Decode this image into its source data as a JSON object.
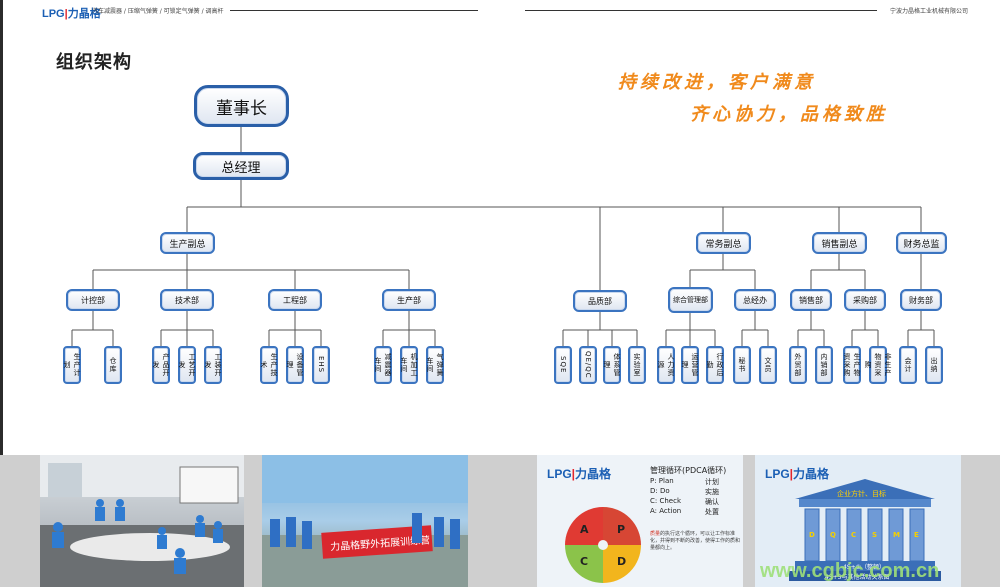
{
  "header": {
    "brand_lpg": "LPG",
    "brand_cn": "力晶格",
    "taglines": "汽车减震器 / 压缩气弹簧 / 可锁定气弹簧 / 调高杆",
    "company": "宁波力晶格工业机械有限公司"
  },
  "section_title": "组织架构",
  "slogans": [
    "持续改进，客户满意",
    "齐心协力，品格致胜"
  ],
  "org": {
    "chairman": "董事长",
    "general_manager": "总经理",
    "level2": [
      "生产副总",
      "常务副总",
      "销售副总",
      "财务总监"
    ],
    "level3": [
      "计控部",
      "技术部",
      "工程部",
      "生产部",
      "品质部",
      "综合管理部",
      "总经办",
      "销售部",
      "采购部",
      "财务部"
    ],
    "level4": [
      "生产计划",
      "仓库",
      "产品开发",
      "工艺开发",
      "工装开发",
      "生产技术",
      "设备管理",
      "EHS",
      "减震器车间",
      "机加工车间",
      "气弹簧车间",
      "SQE",
      "QE/QC",
      "体系管理",
      "实验室",
      "人力资源",
      "运营管理",
      "行政后勤",
      "秘书",
      "文员",
      "外贸部",
      "内销部",
      "生产物资采购",
      "非生产物资采购",
      "会计",
      "出纳"
    ]
  },
  "pdca": {
    "logo_lpg": "LPG",
    "logo_cn": "力晶格",
    "title": "管理循环(PDCA循环)",
    "rows": [
      {
        "en": "P: Plan",
        "cn": "计划"
      },
      {
        "en": "D: Do",
        "cn": "实施"
      },
      {
        "en": "C: Check",
        "cn": "确认"
      },
      {
        "en": "A: Action",
        "cn": "处置"
      }
    ],
    "note_hl": "质量",
    "note": "的执行这个循环，可以让工作标准化，并得到不断的改善，使得工作的质和量都向上。",
    "quadrants": [
      "A",
      "P",
      "C",
      "D"
    ],
    "colors": {
      "A": "#e03a33",
      "P": "#d74634",
      "C": "#8bc34a",
      "D": "#f2b51d"
    }
  },
  "temple": {
    "logo_lpg": "LPG",
    "logo_cn": "力晶格",
    "roof_text": "企业方针、目标",
    "pillars": [
      "D",
      "Q",
      "C",
      "S",
      "M",
      "E"
    ],
    "base1": "4S+①（整顿）",
    "base2": "4S+5与其他活动关系图"
  },
  "banner_text": "力晶格野外拓展训练营",
  "watermark": "www.cgbjc.com.cn",
  "colors": {
    "accent": "#1b5fb4",
    "slogan": "#f08a1c",
    "box_border": "#3b74c0"
  }
}
